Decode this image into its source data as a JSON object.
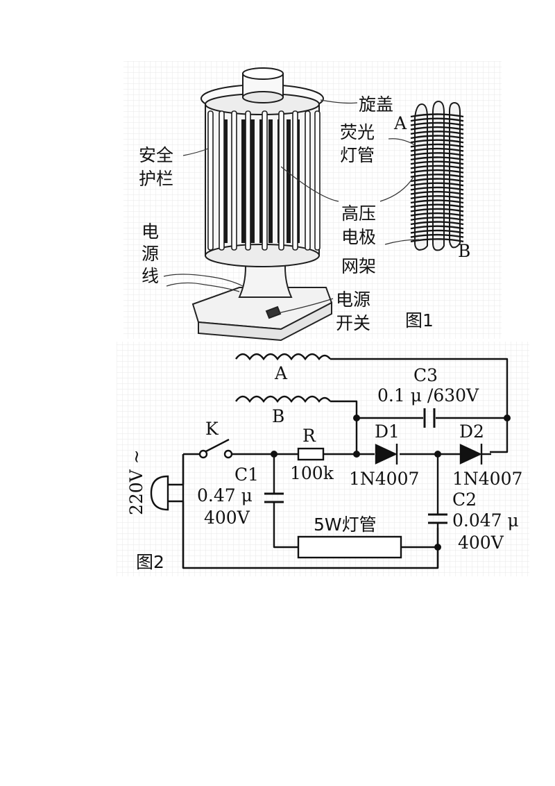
{
  "figure1": {
    "caption": "图1",
    "labels": {
      "cap": "旋盖",
      "tube_1": "荧光",
      "tube_2": "灯管",
      "guard_1": "安全",
      "guard_2": "护栏",
      "cord_1": "电",
      "cord_2": "源",
      "cord_3": "线",
      "electrode_1": "高压",
      "electrode_2": "电极",
      "frame": "网架",
      "switch_1": "电源",
      "switch_2": "开关",
      "end_a": "A",
      "end_b": "B"
    }
  },
  "figure2": {
    "caption": "图2",
    "components": {
      "coil_a": "A",
      "coil_b": "B",
      "switch": "K",
      "mains": "220V ~",
      "resistor_name": "R",
      "resistor_value": "100k",
      "c1_name": "C1",
      "c1_cap": "0.47 μ",
      "c1_volt": "400V",
      "c2_name": "C2",
      "c2_cap": "0.047 μ",
      "c2_volt": "400V",
      "c3_name": "C3",
      "c3_value": "0.1 μ /630V",
      "d1_name": "D1",
      "d1_part": "1N4007",
      "d2_name": "D2",
      "d2_part": "1N4007",
      "lamp": "5W灯管"
    }
  }
}
